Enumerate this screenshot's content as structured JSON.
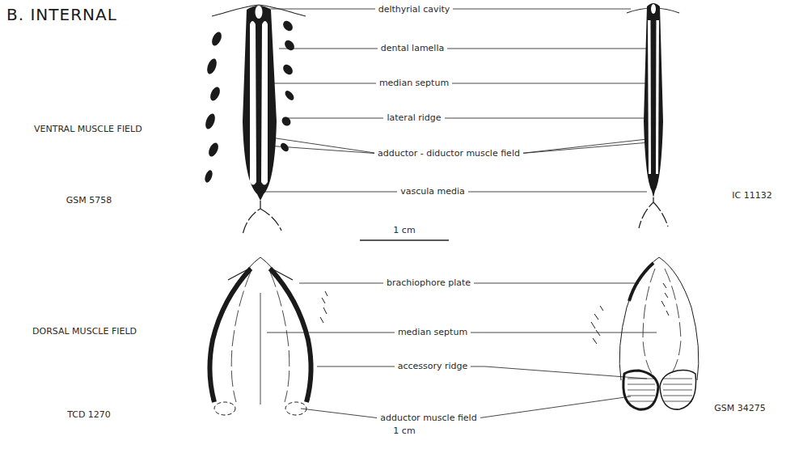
{
  "diagram": {
    "title": "B. INTERNAL",
    "labels": [
      "VENTRAL MUSCLE FIELD",
      "GSM 5758",
      "delthyrial cavity",
      "dental lamella",
      "median septum",
      "lateral ridge",
      "adductor - diductor muscle field",
      "vascula media",
      "IC 11132",
      "1 cm",
      "brachiophore plate",
      "DORSAL MUSCLE FIELD",
      "median septum",
      "accessory ridge",
      "TCD 1270",
      "adductor muscle field",
      "GSM 34275",
      "1 cm"
    ]
  }
}
